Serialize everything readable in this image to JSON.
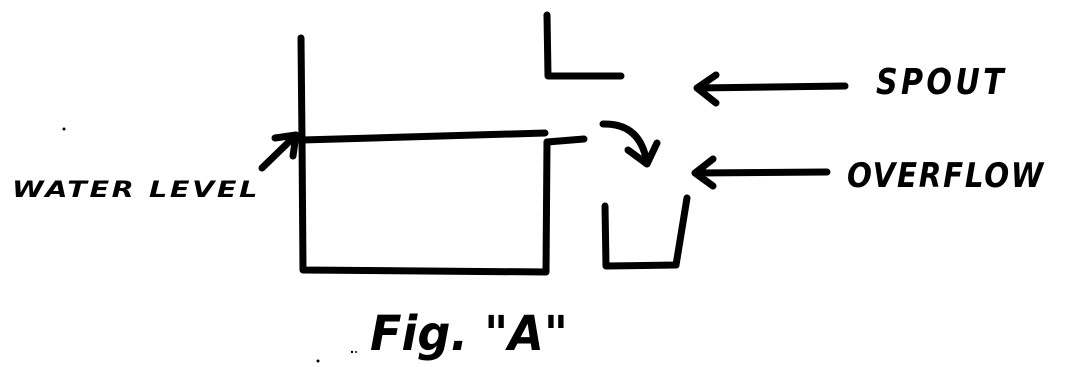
{
  "figure": {
    "caption": "Fig. \"A\"",
    "ink_color": "#000000",
    "background_color": "#ffffff"
  },
  "labels": {
    "spout": "SPOUT",
    "overflow": "OVERFLOW",
    "water_level": "WATER LEVEL"
  }
}
